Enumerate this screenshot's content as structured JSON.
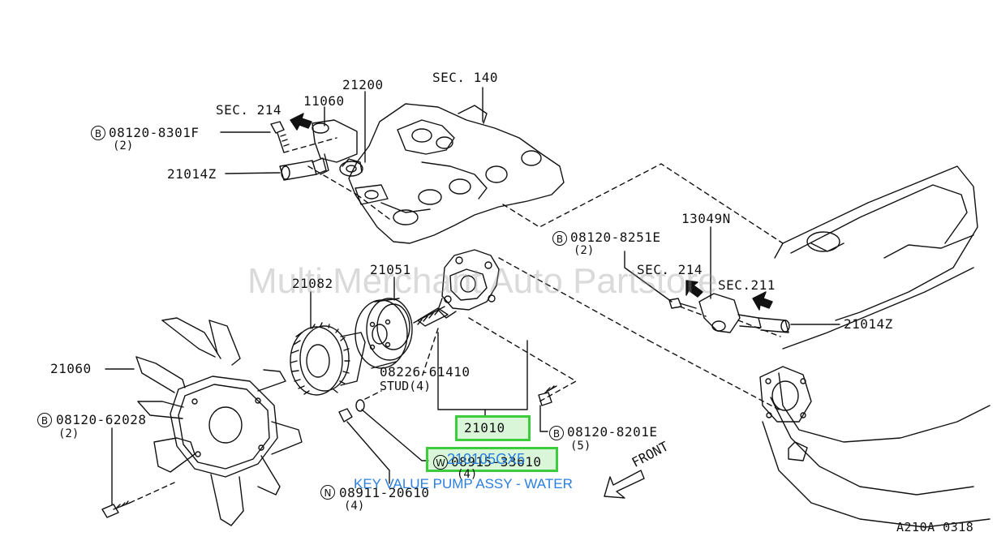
{
  "watermark": "Multi Merchant Auto Partstore",
  "key_value": "KEY VALUE PUMP ASSY - WATER",
  "highlight_part": "21010",
  "highlight_overlay_pn": "210105GX5",
  "diagram_code": "A210A 0318",
  "front_label": "FRONT",
  "labels": {
    "sec140": "SEC. 140",
    "sec214_top": "SEC. 214",
    "p11060": "11060",
    "p21200": "21200",
    "b083018f": "08120-8301F",
    "q2_a": "(2)",
    "p21014z_top": "21014Z",
    "p13049n": "13049N",
    "b08251e": "08120-8251E",
    "q2_b": "(2)",
    "sec214_right": "SEC. 214",
    "sec211": "SEC.211",
    "p21014z_right": "21014Z",
    "p21051": "21051",
    "p21082": "21082",
    "p08226": "08226-61410",
    "stud": "STUD(4)",
    "p21060": "21060",
    "b62028": "08120-62028",
    "q2_c": "(2)",
    "b8201e": "08120-8201E",
    "q5": "(5)",
    "w08915": "08915-33610",
    "q4_a": "(4)",
    "n08911": "08911-20610",
    "q4_b": "(4)"
  },
  "circles": {
    "B": "B",
    "W": "W",
    "N": "N"
  }
}
